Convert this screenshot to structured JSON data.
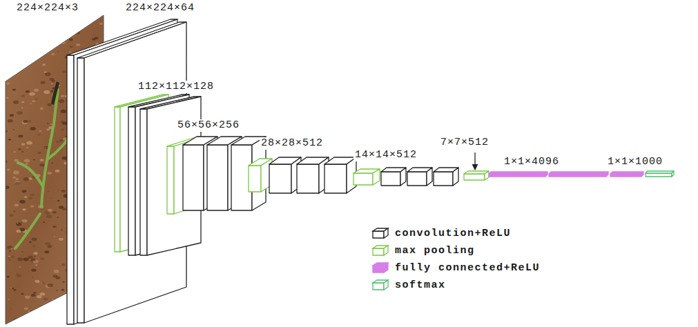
{
  "diagram": {
    "labels": [
      "224×224×3",
      "224×224×64",
      "112×112×128",
      "56×56×256",
      "28×28×512",
      "14×14×512",
      "7×7×512",
      "1×1×4096",
      "1×1×1000"
    ],
    "legend": [
      {
        "text": "convolution+ReLU"
      },
      {
        "text": "max pooling"
      },
      {
        "text": "fully connected+ReLU"
      },
      {
        "text": "softmax"
      }
    ]
  }
}
